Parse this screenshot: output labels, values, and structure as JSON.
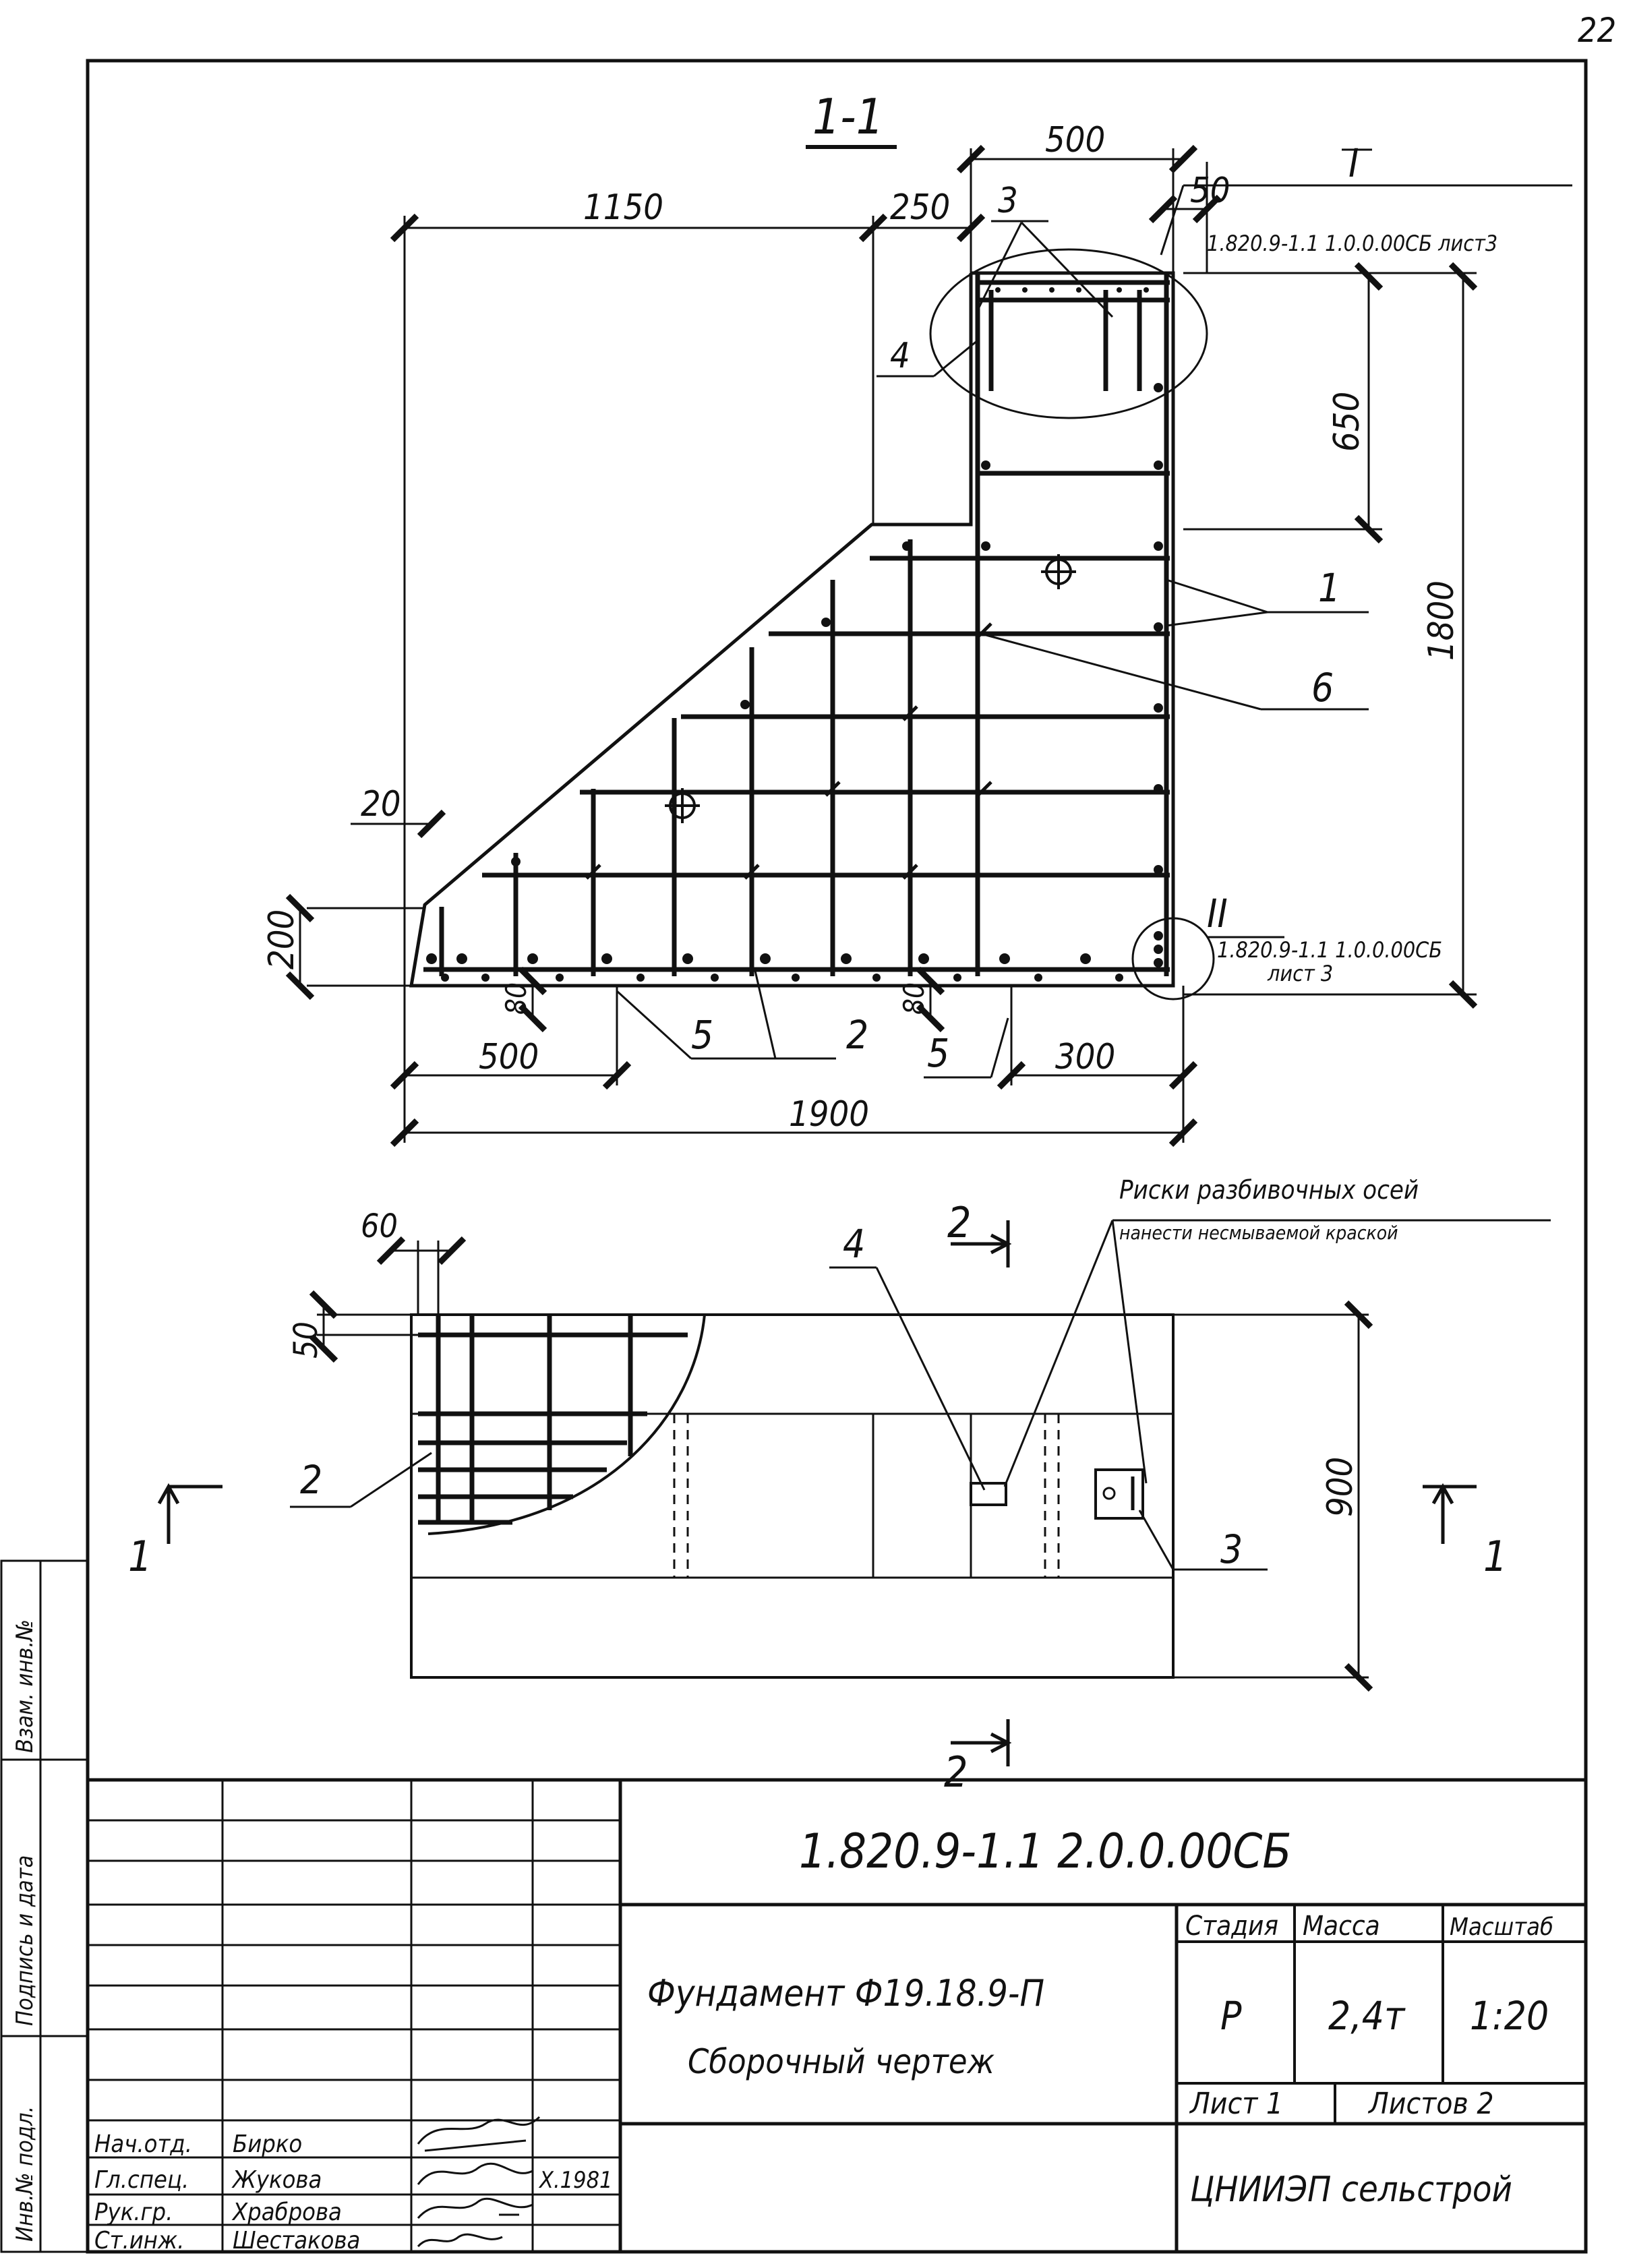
{
  "sheet": {
    "page_number": "22"
  },
  "section": {
    "title": "1-1",
    "dims": {
      "d500_top": "500",
      "d50": "50",
      "d1150": "1150",
      "d250": "250",
      "d650": "650",
      "d1800": "1800",
      "d20": "20",
      "d200": "200",
      "d80a": "80",
      "d80b": "80",
      "d500_bot": "500",
      "d300": "300",
      "d1900": "1900"
    },
    "positions": {
      "p1": "1",
      "p2": "2",
      "p3": "3",
      "p4": "4",
      "p5a": "5",
      "p5b": "5",
      "p6": "6"
    },
    "node_I": {
      "mark": "I",
      "ref": "1.820.9-1.1 1.0.0.00СБ лист3"
    },
    "node_II": {
      "mark": "II",
      "ref_line1": "1.820.9-1.1 1.0.0.00СБ",
      "ref_line2": "лист 3"
    }
  },
  "plan": {
    "note_line1": "Риски разбивочных осей",
    "note_line2": "нанести несмываемой краской",
    "dims": {
      "d60": "60",
      "d50": "50",
      "d900": "900"
    },
    "positions": {
      "p2": "2",
      "p3": "3",
      "p4": "4"
    },
    "section_marks": {
      "left": "1",
      "right": "1",
      "top": "2",
      "bottom": "2"
    }
  },
  "side_stamp": {
    "labels": [
      "Инв.№ подл.",
      "Подпись и дата",
      "Взам. инв.№"
    ]
  },
  "title_block": {
    "designation": "1.820.9-1.1   2.0.0.00СБ",
    "name_line1": "Фундамент  Ф19.18.9-П",
    "name_line2": "Сборочный   чертеж",
    "stage_header": "Стадия",
    "mass_header": "Масса",
    "scale_header": "Масштаб",
    "stage": "Р",
    "mass": "2,4т",
    "scale": "1:20",
    "sheet_label": "Лист 1",
    "sheets_label": "Листов 2",
    "organization": "ЦНИИЭП сельстрой",
    "date": "X.1981",
    "signers": [
      {
        "role": "Нач.отд.",
        "name": "Бирко"
      },
      {
        "role": "Гл.спец.",
        "name": "Жукова"
      },
      {
        "role": "Рук.гр.",
        "name": "Храброва"
      },
      {
        "role": "Ст.инж.",
        "name": "Шестакова"
      }
    ]
  }
}
